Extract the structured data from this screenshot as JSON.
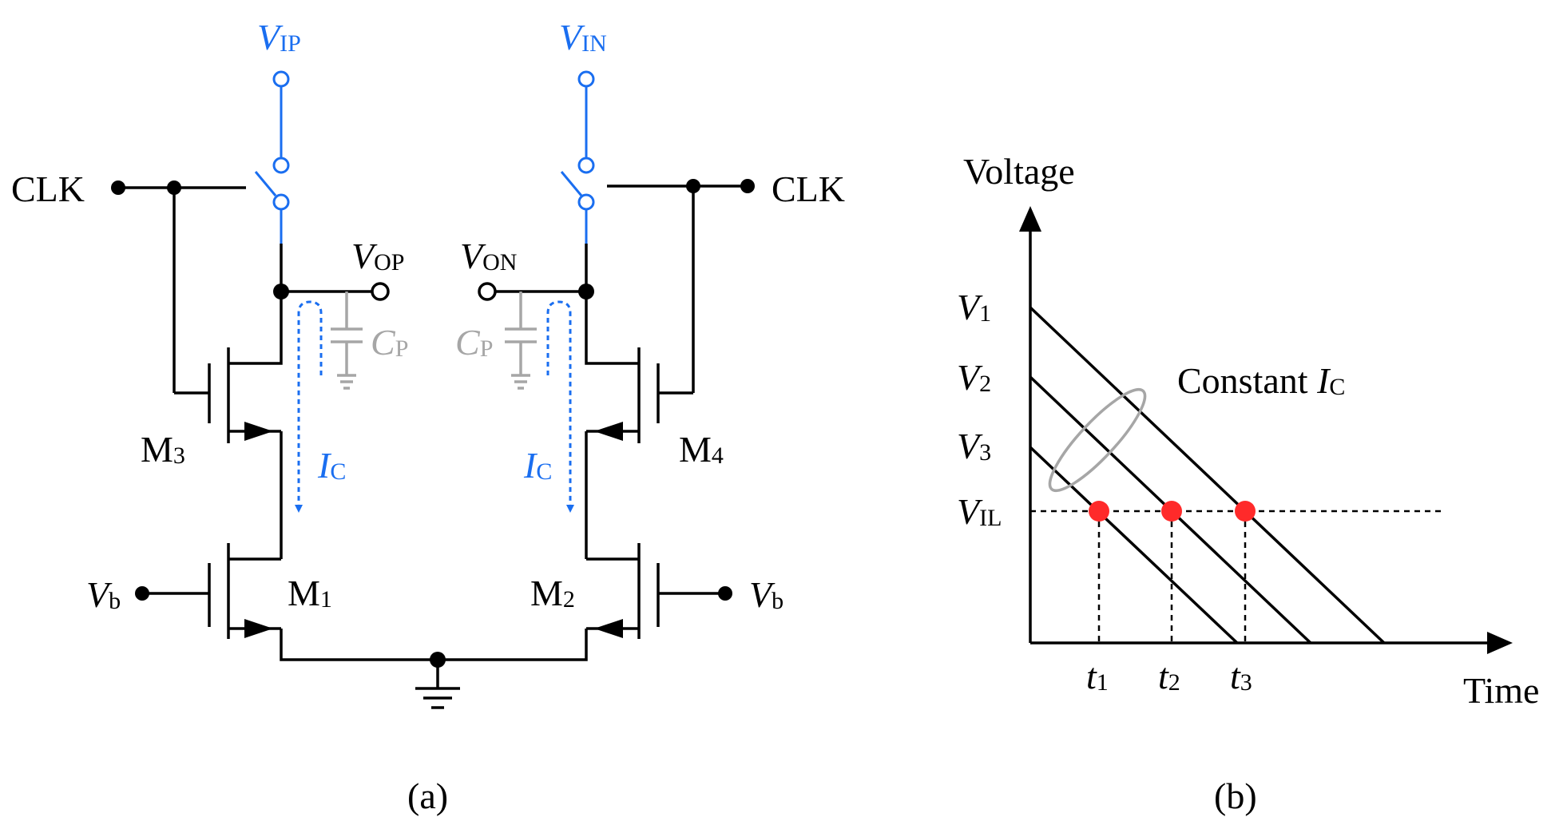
{
  "colors": {
    "wire": "#000000",
    "signal": "#1a6ef0",
    "parasitic": "#a6a6a6",
    "crossing": "#ff2a2a"
  },
  "panel_a": {
    "caption": "(a)",
    "vip": {
      "main": "V",
      "sub": "IP"
    },
    "vin": {
      "main": "V",
      "sub": "IN"
    },
    "clk_left": "CLK",
    "clk_right": "CLK",
    "vop": {
      "main": "V",
      "sub": "OP"
    },
    "von": {
      "main": "V",
      "sub": "ON"
    },
    "cp_left": {
      "main": "C",
      "sub": "P"
    },
    "cp_right": {
      "main": "C",
      "sub": "P"
    },
    "ic_left": {
      "main": "I",
      "sub": "C"
    },
    "ic_right": {
      "main": "I",
      "sub": "C"
    },
    "m3": {
      "main": "M",
      "sub": "3"
    },
    "m4": {
      "main": "M",
      "sub": "4"
    },
    "m1": {
      "main": "M",
      "sub": "1"
    },
    "m2": {
      "main": "M",
      "sub": "2"
    },
    "vb_left": {
      "main": "V",
      "sub": "b"
    },
    "vb_right": {
      "main": "V",
      "sub": "b"
    }
  },
  "panel_b": {
    "caption": "(b)",
    "y_axis_label": "Voltage",
    "x_axis_label": "Time",
    "v1": {
      "main": "V",
      "sub": "1"
    },
    "v2": {
      "main": "V",
      "sub": "2"
    },
    "v3": {
      "main": "V",
      "sub": "3"
    },
    "vil": {
      "main": "V",
      "sub": "IL"
    },
    "t1": {
      "main": "t",
      "sub": "1"
    },
    "t2": {
      "main": "t",
      "sub": "2"
    },
    "t3": {
      "main": "t",
      "sub": "3"
    },
    "annotation": {
      "prefix": "Constant ",
      "main": "I",
      "sub": "C"
    }
  }
}
